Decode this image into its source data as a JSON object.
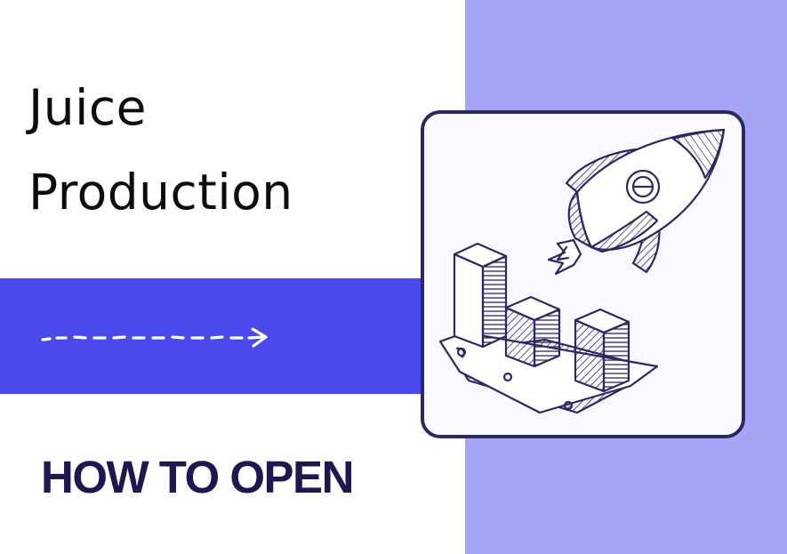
{
  "title": {
    "line1": "Juice",
    "line2": "Production"
  },
  "subtitle": "HOW TO OPEN",
  "colors": {
    "background": "#ffffff",
    "right_panel": "#a5a4f5",
    "band": "#4a4aec",
    "title_text": "#0b0b12",
    "subtitle_text": "#1c1850",
    "card_border": "#2b2960",
    "card_background": "#f8f8fe",
    "arrow": "#ffffff"
  },
  "icons": {
    "arrow": "dashed-arrow-right-icon",
    "illustration": "rocket-bar-chart-illustration"
  }
}
